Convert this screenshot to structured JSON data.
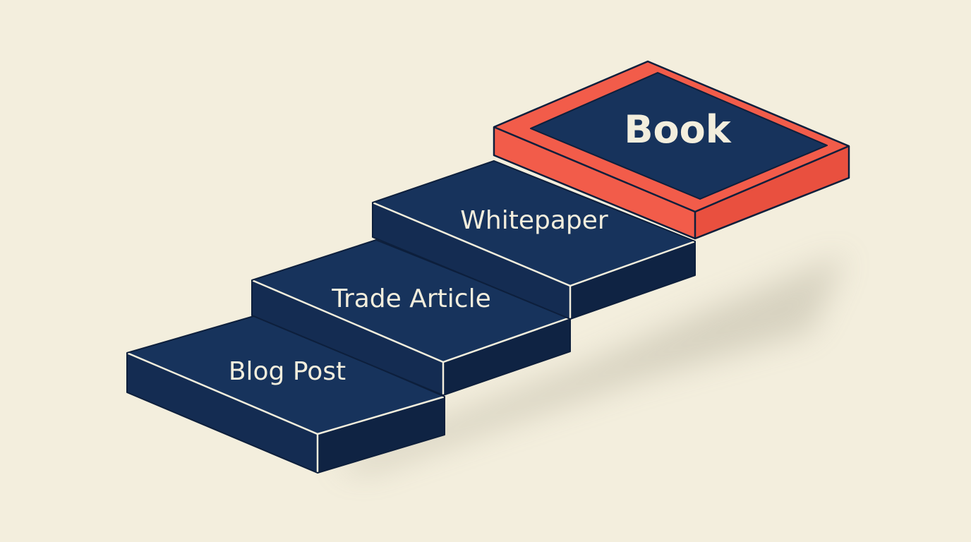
{
  "steps": [
    {
      "label": "Blog Post"
    },
    {
      "label": "Trade Article"
    },
    {
      "label": "Whitepaper"
    },
    {
      "label": "Book"
    }
  ],
  "colors": {
    "background": "#f3eedd",
    "navy_top": "#17335c",
    "navy_side": "#112748",
    "navy_front": "#0f2343",
    "edge": "#f3eedd",
    "highlight": "#f25c4a",
    "outline": "#0d1f3c"
  }
}
